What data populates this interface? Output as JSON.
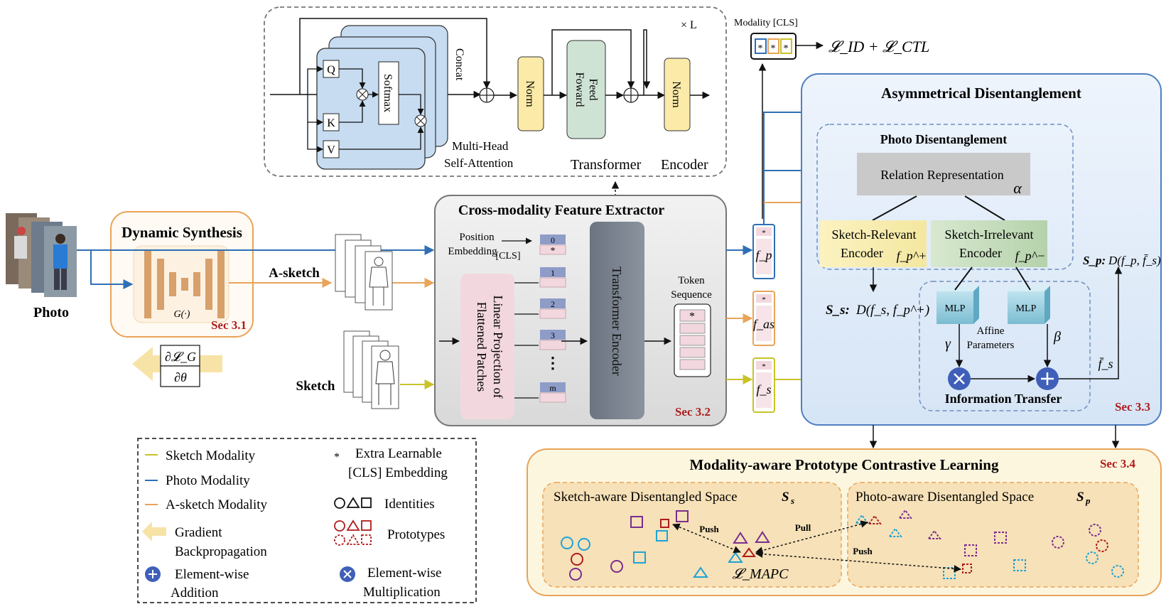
{
  "transformer_encoder": {
    "q": "Q",
    "k": "K",
    "v": "V",
    "softmax": "Softmax",
    "concat": "Concat",
    "multi_head_line1": "Multi-Head",
    "multi_head_line2": "Self-Attention",
    "norm": "Norm",
    "feed_line1": "Feed",
    "feed_line2": "Foward",
    "repeat": "× L",
    "caption_a": "Transformer",
    "caption_b": "Encoder"
  },
  "modality_cls": {
    "label": "Modality [CLS]",
    "loss": "𝓛_ID + 𝓛_CTL"
  },
  "photo": {
    "label": "Photo"
  },
  "dynamic_synthesis": {
    "title": "Dynamic Synthesis",
    "generator": "G(·)",
    "sec": "Sec 3.1"
  },
  "a_sketch": {
    "label": "A-sketch"
  },
  "sketch": {
    "label": "Sketch"
  },
  "gradient": {
    "top": "∂𝓛_G",
    "bottom": "∂θ"
  },
  "extractor": {
    "title": "Cross-modality Feature  Extractor",
    "position_line1": "Position",
    "position_line2": "Embedding",
    "cls": "[CLS]",
    "star": "*",
    "linear_line1": "Linear Projection of",
    "linear_line2": "Flattened Patches",
    "tokens": [
      "0",
      "1",
      "2",
      "3",
      "m"
    ],
    "encoder": "Transformer Encoder",
    "token_seq_line1": "Token",
    "token_seq_line2": "Sequence",
    "sec": "Sec 3.2"
  },
  "features": {
    "fp": "f_p",
    "fas": "f_as",
    "fs": "f_s"
  },
  "asym": {
    "title": "Asymmetrical Disentanglement",
    "photo_dis": "Photo Disentanglement",
    "relation": "Relation Representation",
    "alpha": "α",
    "relevant_line1": "Sketch-Relevant",
    "relevant_line2": "Encoder",
    "relevant_f": "f_p^+",
    "irrelevant_line1": "Sketch-Irrelevant",
    "irrelevant_line2": "Encoder",
    "irrelevant_f": "f_p^−",
    "ss_label": "S_s:",
    "ss_formula": "D(f_s, f_p^+)",
    "sp_label": "S_p:",
    "sp_formula": "D(f_p, f̄_s)",
    "mlp": "MLP",
    "affine_line1": "Affine",
    "affine_line2": "Parameters",
    "gamma": "γ",
    "beta": "β",
    "fbar": "f̄_s",
    "info_transfer": "Information Transfer",
    "sec": "Sec 3.3"
  },
  "mapc": {
    "title": "Modality-aware Prototype Contrastive Learning",
    "sec": "Sec 3.4",
    "sketch_space": "Sketch-aware Disentangled Space",
    "photo_space": "Photo-aware Disentangled Space",
    "push": "Push",
    "pull": "Pull",
    "loss": "𝓛_MAPC"
  },
  "legend": {
    "sketch_modality": "Sketch Modality",
    "photo_modality": "Photo Modality",
    "asketch_modality": "A-sketch Modality",
    "gradient_line1": "Gradient",
    "gradient_line2": "Backpropagation",
    "addition_line1": "Element-wise",
    "addition_line2": "Addition",
    "extra_line1": "Extra Learnable",
    "extra_line2": "[CLS] Embedding",
    "identities": "Identities",
    "prototypes": "Prototypes",
    "mult_line1": "Element-wise",
    "mult_line2": "Multiplication"
  },
  "colors": {
    "photo": "#2f6fb5",
    "sketch": "#c9c22a",
    "asketch": "#e8a458",
    "cyan": "#1ea4d6",
    "purple": "#7a2e8e",
    "red": "#b01c1c"
  }
}
